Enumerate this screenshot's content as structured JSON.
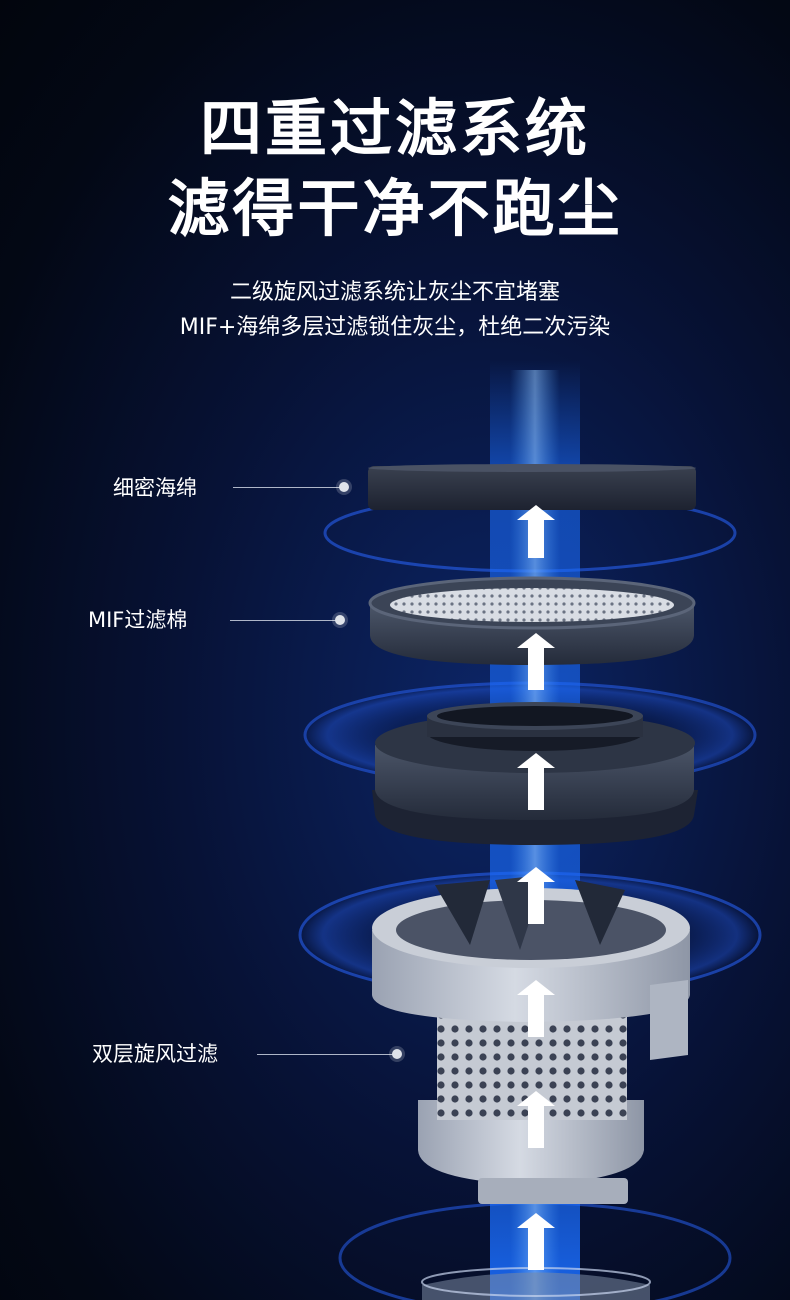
{
  "heading": {
    "line1": "四重过滤系统",
    "line2": "滤得干净不跑尘"
  },
  "subtitle": {
    "line1": "二级旋风过滤系统让灰尘不宜堵塞",
    "line2": "MIF+海绵多层过滤锁住灰尘，杜绝二次污染"
  },
  "labels": {
    "sponge": "细密海绵",
    "mif": "MIF过滤棉",
    "cyclone": "双层旋风过滤"
  },
  "colors": {
    "beam": "#1a6dff",
    "arrow": "#ffffff",
    "background": "#06102c"
  }
}
